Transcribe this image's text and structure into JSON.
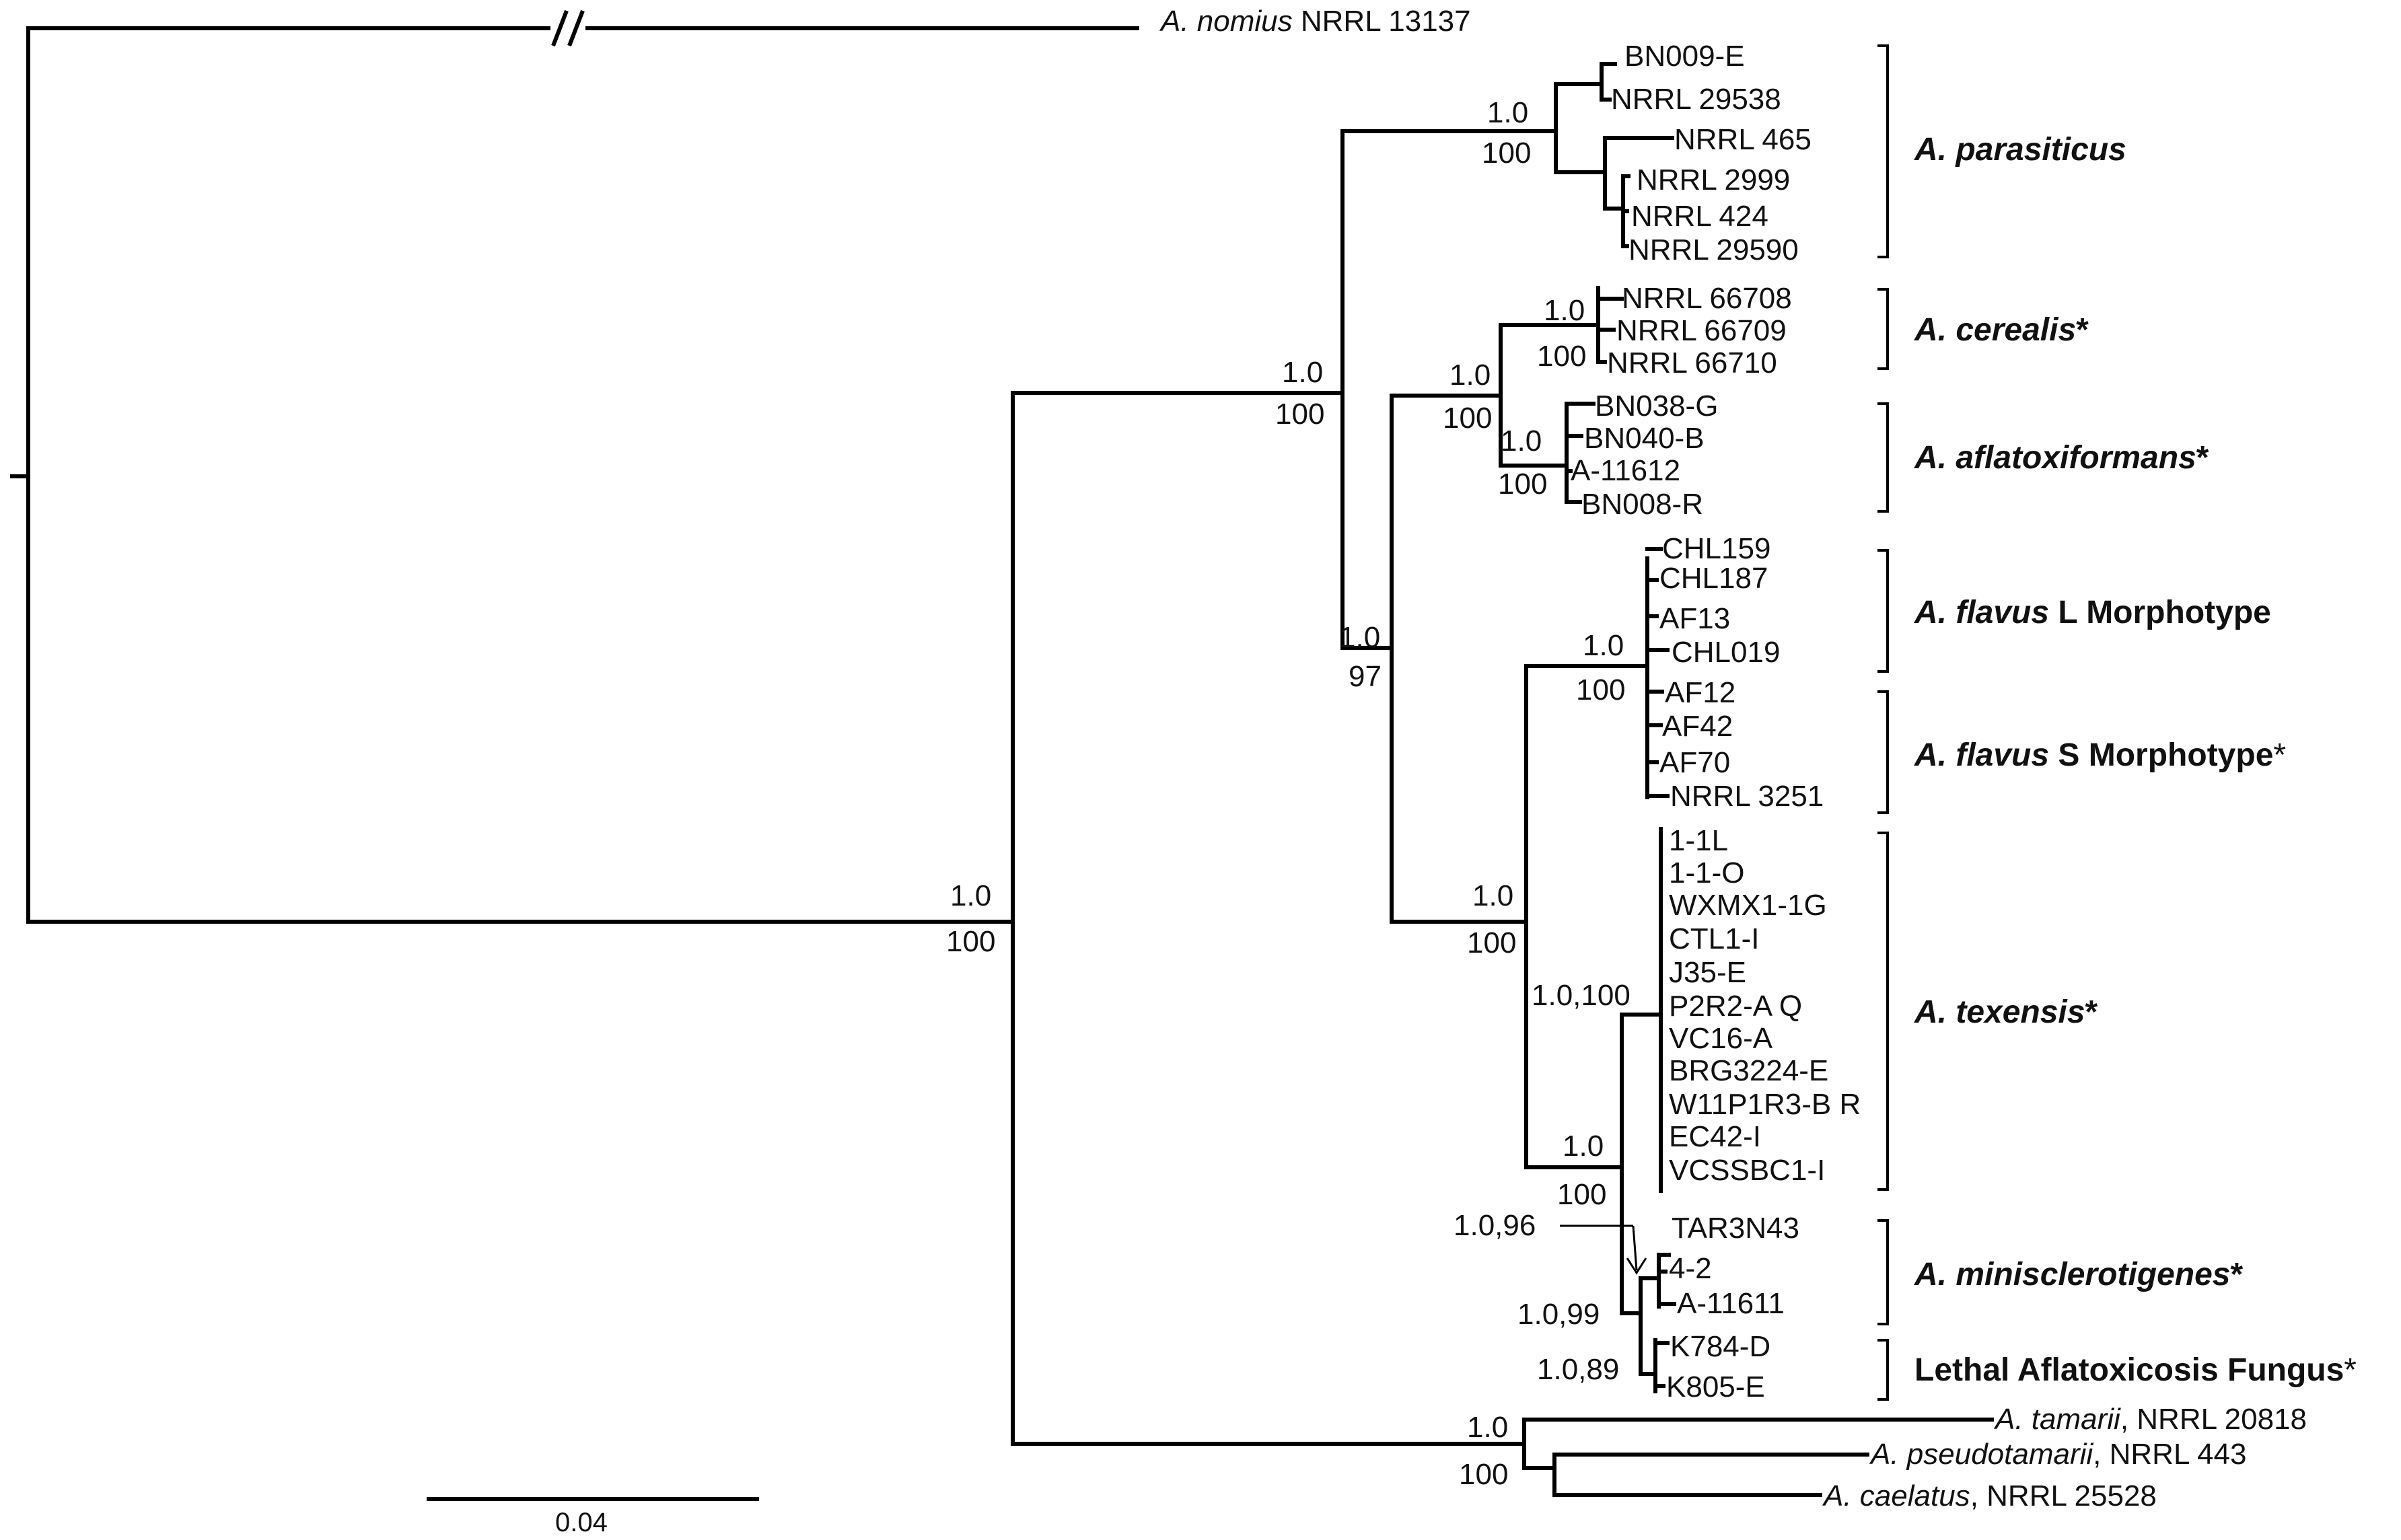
{
  "outgroup": {
    "genus": "A. nomius",
    "strain": " NRRL 13137"
  },
  "taxa": {
    "parasiticus": [
      "BN009-E",
      "NRRL 29538",
      "NRRL 465",
      "NRRL 2999",
      "NRRL 424",
      "NRRL 29590"
    ],
    "cerealis": [
      "NRRL 66708",
      "NRRL 66709",
      "NRRL 66710"
    ],
    "aflatoxiformans": [
      "BN038-G",
      "BN040-B",
      "A-11612",
      "BN008-R"
    ],
    "flavus_l": [
      "CHL159",
      "CHL187",
      "AF13",
      "CHL019"
    ],
    "flavus_s": [
      "AF12",
      "AF42",
      "AF70",
      "NRRL 3251"
    ],
    "texensis": [
      "1-1L",
      "1-1-O",
      "WXMX1-1G",
      "CTL1-I",
      "J35-E",
      "P2R2-A Q",
      "VC16-A",
      "BRG3224-E",
      "W11P1R3-B R",
      "EC42-I",
      "VCSSBC1-I"
    ],
    "minisclerotigenes": [
      "TAR3N43",
      "4-2",
      "A-11611"
    ],
    "laf": [
      "K784-D",
      "K805-E"
    ]
  },
  "outgroups_bottom": [
    {
      "genus": "A. tamarii",
      "strain": ", NRRL 20818"
    },
    {
      "genus": "A. pseudotamarii",
      "strain": ", NRRL 443"
    },
    {
      "genus": "A. caelatus",
      "strain": ", NRRL 25528"
    }
  ],
  "clades": [
    {
      "italic": "A. parasiticus",
      "rest": "",
      "star": ""
    },
    {
      "italic": "A. cerealis",
      "rest": "",
      "star": "*"
    },
    {
      "italic": "A. aflatoxiformans",
      "rest": "",
      "star": "*"
    },
    {
      "italic": "A. flavus",
      "rest": " L Morphotype",
      "star": ""
    },
    {
      "italic": "A. flavus",
      "rest": " S Morphotype",
      "star": "*"
    },
    {
      "italic": "A. texensis",
      "rest": "",
      "star": "*"
    },
    {
      "italic": "A. minisclerotigenes",
      "rest": "",
      "star": "*"
    },
    {
      "italic": "",
      "rest": "Lethal Aflatoxicosis Fungus",
      "star": "*"
    }
  ],
  "support": {
    "root_pp": "1.0",
    "root_bs": "100",
    "main_pp": "1.0",
    "main_bs": "100",
    "pa_pp": "1.0",
    "pa_bs": "100",
    "ce_pp": "1.0",
    "ce_bs": "100",
    "ca_pp": "1.0",
    "ca_bs": "100",
    "af_pp": "1.0",
    "af_bs": "100",
    "inner_pp": "1.0",
    "inner_bs": "97",
    "flavgrp_pp": "1.0",
    "flavgrp_bs": "100",
    "flav_pp": "1.0",
    "flav_bs": "100",
    "tex_combined": "1.0,100",
    "texmin_pp": "1.0",
    "texmin_bs": "100",
    "min_combined": "1.0,96",
    "minlaf_combined": "1.0,99",
    "laf_combined": "1.0,89",
    "tam_pp": "1.0",
    "tam_bs": "100"
  },
  "scale": {
    "label": "0.04"
  }
}
